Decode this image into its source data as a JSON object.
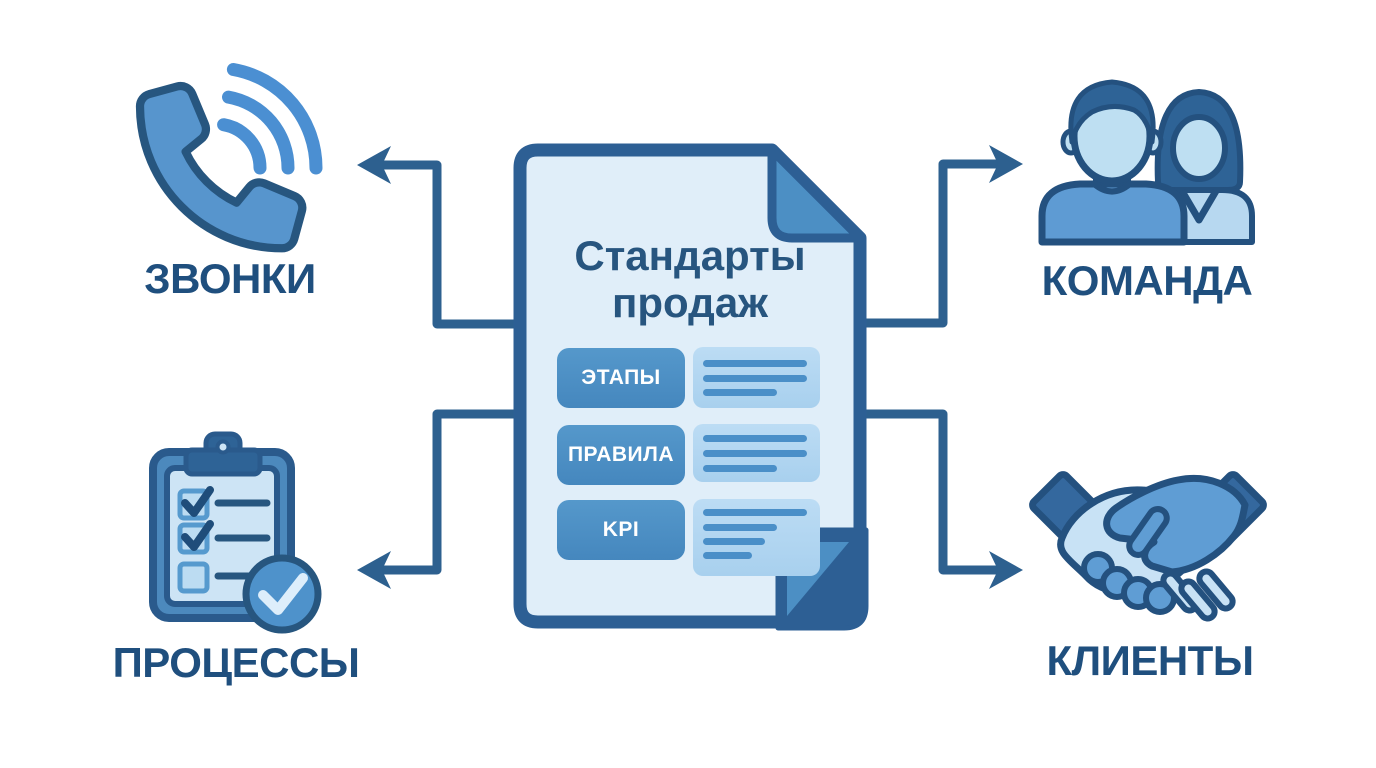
{
  "page": {
    "background": "#ffffff"
  },
  "center_document": {
    "title_line1": "Стандарты",
    "title_line2": "продаж",
    "sections": [
      {
        "label": "ЭТАПЫ"
      },
      {
        "label": "ПРАВИЛА"
      },
      {
        "label": "KPI"
      }
    ]
  },
  "nodes": [
    {
      "id": "calls",
      "label": "ЗВОНКИ",
      "icon": "phone-icon",
      "position": "top-left"
    },
    {
      "id": "team",
      "label": "КОМАНДА",
      "icon": "team-icon",
      "position": "top-right"
    },
    {
      "id": "processes",
      "label": "ПРОЦЕССЫ",
      "icon": "checklist-icon",
      "position": "bottom-left"
    },
    {
      "id": "clients",
      "label": "КЛИЕНТЫ",
      "icon": "handshake-icon",
      "position": "bottom-right"
    }
  ],
  "colors": {
    "navy_outline": "#27567f",
    "arrow": "#2d608f",
    "label_text": "#1f4f7e",
    "title_text": "#27557f",
    "mid_blue": "#4c8fc4",
    "icon_blue": "#5e9bd3",
    "light_blue": "#bedff2",
    "block_fill": "#b0d6f0",
    "block_line": "#4a8fc8",
    "document_fill": "#e0eef9",
    "document_border": "#2d5f94",
    "button_fill": "#4b8fc4",
    "button_text": "#ffffff"
  }
}
